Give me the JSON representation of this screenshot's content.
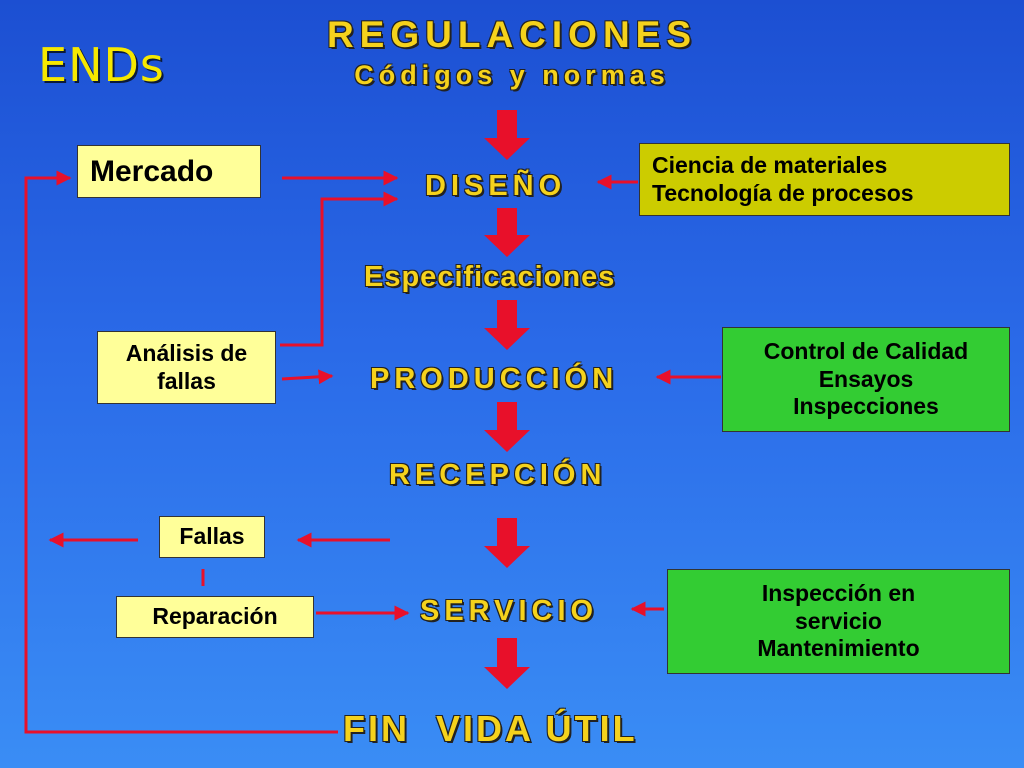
{
  "title": "ENDs",
  "header": {
    "line1": "REGULACIONES",
    "line2": "Códigos y normas"
  },
  "stages": {
    "diseno": "DISEÑO",
    "especificaciones": "Especificaciones",
    "produccion": "PRODUCCIÓN",
    "recepcion": "RECEPCIÓN",
    "servicio": "SERVICIO",
    "fin": "FIN  VIDA ÚTIL"
  },
  "boxes": {
    "mercado": "Mercado",
    "ciencia": [
      "Ciencia de materiales",
      "Tecnología de procesos"
    ],
    "analisis": [
      "Análisis de",
      "fallas"
    ],
    "control": [
      "Control de Calidad",
      "Ensayos",
      "Inspecciones"
    ],
    "fallas": "Fallas",
    "reparacion": "Reparación",
    "inspeccion": [
      "Inspección en",
      "servicio",
      "Mantenimiento"
    ]
  },
  "colors": {
    "arrow": "#e8102a",
    "stage_text": "#f5d21c",
    "title_text": "#f6e800",
    "box_yellow": "#ffff99",
    "box_olive": "#cccc00",
    "box_green": "#33cc33"
  }
}
